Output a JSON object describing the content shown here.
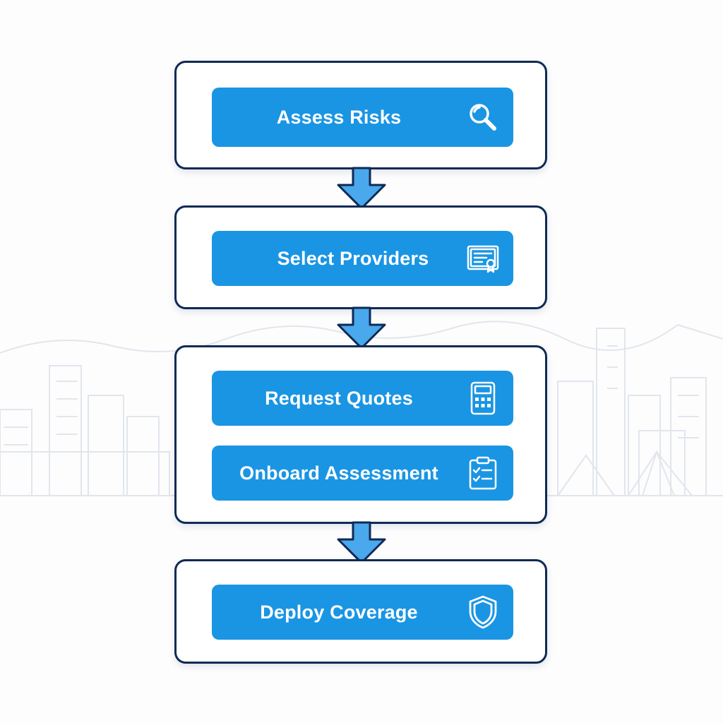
{
  "diagram": {
    "steps": [
      {
        "label": "Assess Risks",
        "icon": "magnifier-icon"
      },
      {
        "label": "Select Providers",
        "icon": "certificate-icon"
      },
      {
        "label": "Request Quotes",
        "icon": "calculator-icon"
      },
      {
        "label": "Onboard Assessment",
        "icon": "clipboard-checklist-icon"
      },
      {
        "label": "Deploy Coverage",
        "icon": "shield-icon"
      }
    ],
    "colors": {
      "step_fill": "#1a95e3",
      "frame_border": "#0f2a55",
      "arrow_fill": "#4aa8ec",
      "arrow_stroke": "#0f2a55",
      "background_skyline": "#e3e8ee"
    },
    "background": "city-skyline-line-art"
  }
}
